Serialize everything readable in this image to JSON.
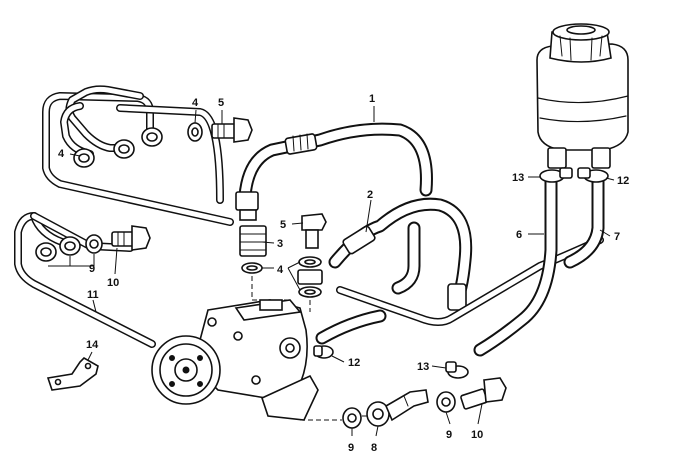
{
  "callouts": {
    "c1": "1",
    "c2": "2",
    "c3": "3",
    "c4a": "4",
    "c4b": "4",
    "c4c": "4",
    "c5a": "5",
    "c5b": "5",
    "c6": "6",
    "c7": "7",
    "c8": "8",
    "c9a": "9",
    "c9b": "9",
    "c9c": "9",
    "c10a": "10",
    "c10b": "10",
    "c11": "11",
    "c12a": "12",
    "c12b": "12",
    "c13a": "13",
    "c13b": "13",
    "c14": "14"
  }
}
